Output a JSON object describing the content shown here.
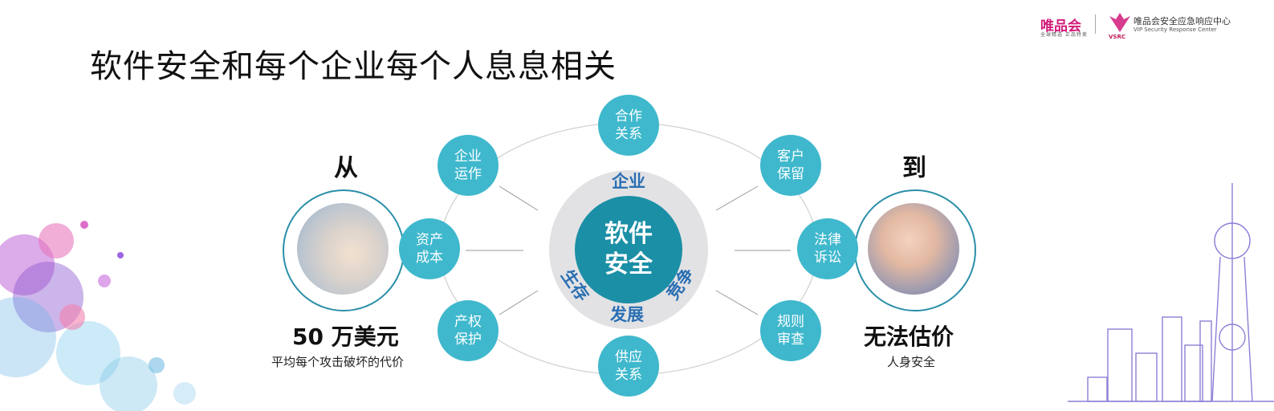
{
  "title": "软件安全和每个企业每个人息息相关",
  "logo": {
    "brand": "唯品会",
    "slogan": "全球精选 正品特卖",
    "vsrc": "VSRC",
    "cn_name": "唯品会安全应急响应中心",
    "en_name": "VIP Security Response Center"
  },
  "left": {
    "word": "从",
    "value": "50 万美元",
    "caption": "平均每个攻击破坏的代价"
  },
  "right": {
    "word": "到",
    "value": "无法估价",
    "caption": "人身安全"
  },
  "core": {
    "label": "软件安全",
    "ring": {
      "top": "企业",
      "left": "生存",
      "bottom": "发展",
      "right": "竞争"
    }
  },
  "nodes": {
    "coop": "合作关系",
    "ops": "企业运作",
    "assets": "资产成本",
    "ip": "产权保护",
    "supply": "供应关系",
    "customer": "客户保留",
    "legal": "法律诉讼",
    "audit": "规则审查"
  },
  "colors": {
    "node": "#3fb8cd",
    "core": "#1b8fa6",
    "ring": "#e2e2e4",
    "ring_text": "#2a6fb3",
    "brand": "#d11a7a"
  }
}
